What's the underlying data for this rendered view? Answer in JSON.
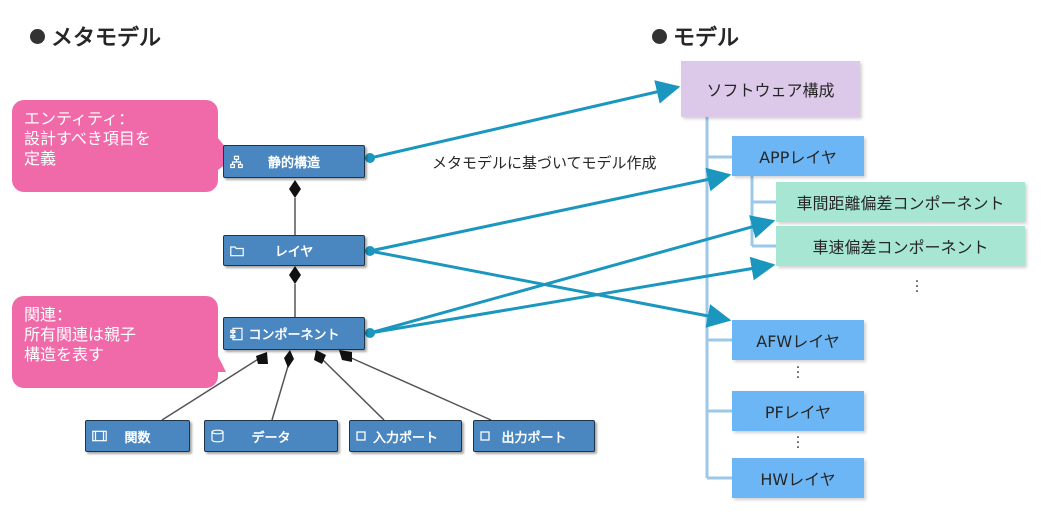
{
  "headings": {
    "metamodel": "メタモデル",
    "model": "モデル"
  },
  "metamodel": {
    "static_structure": "静的構造",
    "layer": "レイヤ",
    "component": "コンポーネント",
    "function": "関数",
    "data": "データ",
    "input_port": "入力ポート",
    "output_port": "出力ポート"
  },
  "notes": {
    "entity": [
      "エンティティ：",
      "設計すべき項目を",
      "定義"
    ],
    "relation": [
      "関連：",
      "所有関連は親子",
      "構造を表す"
    ]
  },
  "model": {
    "software_config": "ソフトウェア構成",
    "app_layer": "APPレイヤ",
    "comp_distance": "車間距離偏差コンポーネント",
    "comp_speed": "車速偏差コンポーネント",
    "afw_layer": "AFWレイヤ",
    "pf_layer": "PFレイヤ",
    "hw_layer": "HWレイヤ"
  },
  "arrow_label": "メタモデルに基づいてモデル作成",
  "colors": {
    "metamodel_box": "#4a86bf",
    "note": "#f069a8",
    "arrow": "#1b97bf",
    "root_box": "#dcc8e8",
    "layer_box": "#6cb6f5",
    "component_box": "#a6e6d2",
    "tree_line": "#9ec8e8"
  }
}
